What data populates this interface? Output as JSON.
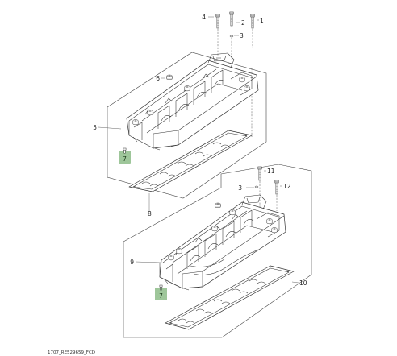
{
  "colors": {
    "highlight": "#9ec69a",
    "line": "#333333",
    "background": "#ffffff"
  },
  "callouts": {
    "p1": "1",
    "p2": "2",
    "p3_top": "3",
    "p4": "4",
    "p5": "5",
    "p6": "6",
    "p7_upper": "7",
    "p8": "8",
    "p3_mid": "3",
    "p11": "11",
    "p12": "12",
    "p9": "9",
    "p10": "10",
    "p7_lower": "7"
  },
  "footer": {
    "drawing_code": "1707_RE529659_FCD"
  }
}
